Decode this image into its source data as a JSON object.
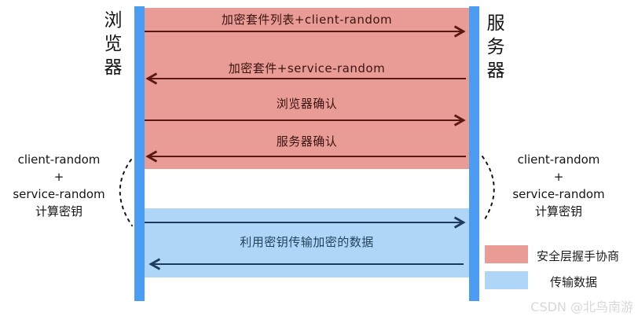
{
  "diagram": {
    "title_context": "TLS handshake sequence diagram",
    "actors": {
      "left": "浏览器",
      "right": "服务器"
    },
    "messages": [
      {
        "label": "加密套件列表+client-random",
        "direction": "right",
        "phase": "handshake"
      },
      {
        "label": "加密套件+service-random",
        "direction": "left",
        "phase": "handshake"
      },
      {
        "label": "浏览器确认",
        "direction": "right",
        "phase": "handshake"
      },
      {
        "label": "服务器确认",
        "direction": "left",
        "phase": "handshake"
      },
      {
        "label": "利用密钥传输加密的数据",
        "direction": "both",
        "phase": "data"
      }
    ],
    "key_computation": {
      "line1": "client-random",
      "line2": "+",
      "line3": "service-random",
      "line4": "计算密钥"
    },
    "legend": [
      {
        "label": "安全层握手协商",
        "color": "#E99B95"
      },
      {
        "label": "传输数据",
        "color": "#AFD6F8"
      }
    ],
    "watermark": "CSDN @北鸟南游",
    "colors": {
      "lifeline_bar": "#4A9DF2",
      "handshake_band": "#E99B95",
      "data_band": "#AFD6F8",
      "handshake_arrow": "#5A1815",
      "data_arrow": "#1E3A5C",
      "handshake_text": "#3B1512",
      "data_text": "#24425E",
      "watermark_text": "#D8D8D8"
    }
  }
}
